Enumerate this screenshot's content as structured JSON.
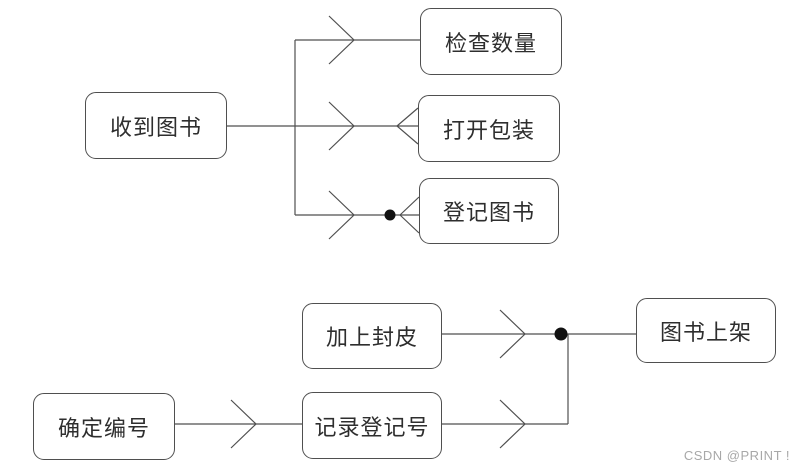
{
  "nodes": {
    "receive_books": "收到图书",
    "check_quantity": "检查数量",
    "open_package": "打开包装",
    "register_books": "登记图书",
    "determine_number": "确定编号",
    "add_cover": "加上封皮",
    "record_registration_number": "记录登记号",
    "shelve_books": "图书上架"
  },
  "edges": [
    {
      "from": "receive_books",
      "to": "check_quantity"
    },
    {
      "from": "receive_books",
      "to": "open_package"
    },
    {
      "from": "receive_books",
      "to": "register_books"
    },
    {
      "from": "determine_number",
      "to": "record_registration_number"
    },
    {
      "from": "add_cover",
      "to": "shelve_books"
    },
    {
      "from": "record_registration_number",
      "to": "shelve_books"
    }
  ],
  "watermark": "CSDN @PRINT !",
  "colors": {
    "line": "#4f4f4f",
    "node_border": "#4f4f4f",
    "text": "#2e2e2e",
    "dot": "#111111",
    "watermark": "#a8a8a8",
    "background": "#ffffff"
  }
}
